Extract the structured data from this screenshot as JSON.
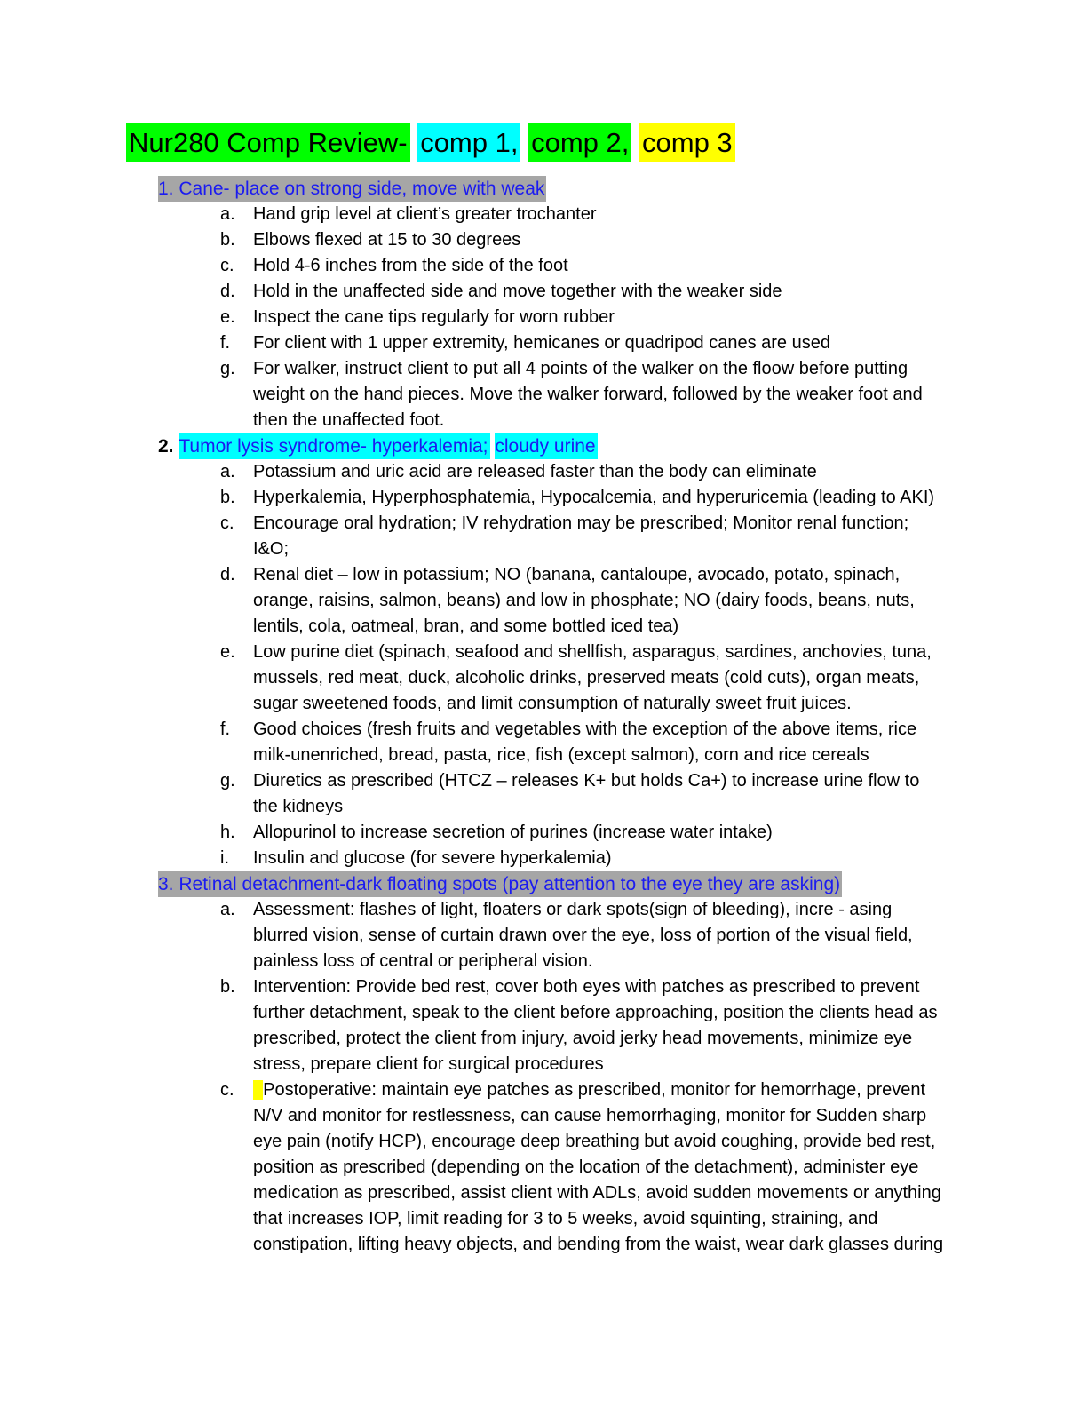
{
  "colors": {
    "green_highlight": "#00ff00",
    "cyan_highlight": "#00ffff",
    "yellow_highlight": "#ffff00",
    "gray_highlight": "#a6a6a6",
    "blue_text": "#1b1bf0",
    "black_text": "#000000"
  },
  "title": {
    "segments": [
      {
        "t": "Nur280 Comp Review-",
        "h": "#00ff00",
        "c": "#000000"
      },
      {
        "t": "comp 1,",
        "h": "#00ffff",
        "c": "#000000"
      },
      {
        "t": "comp 2,",
        "h": "#00ff00",
        "c": "#000000"
      },
      {
        "t": "comp 3",
        "h": "#ffff00",
        "c": "#000000"
      }
    ]
  },
  "sections": [
    {
      "heading": [
        {
          "t": "1. Cane- place on strong side, move with weak",
          "c": "#1b1bf0",
          "h": "#a6a6a6"
        }
      ],
      "items": [
        {
          "letter": "a.",
          "segments": [
            {
              "t": "Hand grip level at client’s greater trochanter"
            }
          ]
        },
        {
          "letter": "b.",
          "segments": [
            {
              "t": "Elbows flexed at 15 to 30 degrees"
            }
          ]
        },
        {
          "letter": "c.",
          "segments": [
            {
              "t": "Hold 4-6 inches from the side of the foot"
            }
          ]
        },
        {
          "letter": "d.",
          "segments": [
            {
              "t": "Hold in the unaffected side and move together with the weaker side"
            }
          ]
        },
        {
          "letter": "e.",
          "segments": [
            {
              "t": "Inspect the cane tips regularly for worn rubber"
            }
          ]
        },
        {
          "letter": "f.",
          "segments": [
            {
              "t": "For client with 1 upper extremity, hemicanes or quadripod canes are used"
            }
          ]
        },
        {
          "letter": "g.",
          "segments": [
            {
              "t": "For walker, instruct client to put all 4 points of the walker on the floow before putting weight on the hand pieces. Move the walker forward, followed by the weaker foot and then the unaffected foot."
            }
          ]
        }
      ]
    },
    {
      "heading": [
        {
          "t": "2. ",
          "c": "#000000",
          "b": true
        },
        {
          "t": "Tumor lysis syndrome- hyperkalemia;",
          "c": "#1b1bf0",
          "h": "#00ffff"
        },
        {
          "t": " ",
          "c": "#000000"
        },
        {
          "t": "cloudy urine",
          "c": "#1b1bf0",
          "h": "#00ffff"
        }
      ],
      "items": [
        {
          "letter": "a.",
          "segments": [
            {
              "t": "Potassium and uric acid are released faster than the body can eliminate"
            }
          ]
        },
        {
          "letter": "b.",
          "segments": [
            {
              "t": "Hyperkalemia, Hyperphosphatemia, Hypocalcemia, and hyperuricemia (leading to AKI)"
            }
          ]
        },
        {
          "letter": "c.",
          "segments": [
            {
              "t": "Encourage oral hydration; IV rehydration may be prescribed; Monitor renal function; I&O;"
            }
          ]
        },
        {
          "letter": "d.",
          "segments": [
            {
              "t": "Renal diet – low in potassium; NO (banana, cantaloupe, avocado, potato, spinach, orange, raisins, salmon, beans) and low in phosphate; NO (dairy foods, beans, nuts, lentils, cola, oatmeal, bran, and some bottled iced tea)"
            }
          ]
        },
        {
          "letter": "e.",
          "segments": [
            {
              "t": "Low purine diet (spinach, seafood and shellfish, asparagus, sardines, anchovies, tuna, mussels, red meat, duck, alcoholic drinks, preserved meats (cold cuts), organ meats, sugar sweetened foods, and limit consumption of naturally sweet fruit juices."
            }
          ]
        },
        {
          "letter": "f.",
          "segments": [
            {
              "t": "Good choices (fresh fruits and vegetables with the exception of the above items, rice milk-unenriched, bread, pasta, rice, fish (except salmon), corn and rice cereals"
            }
          ]
        },
        {
          "letter": "g.",
          "segments": [
            {
              "t": "Diuretics as prescribed (HTCZ – releases K+ but holds Ca+) to increase urine flow to the kidneys"
            }
          ]
        },
        {
          "letter": "h.",
          "segments": [
            {
              "t": "Allopurinol to increase secretion of purines (increase water intake)"
            }
          ]
        },
        {
          "letter": "i.",
          "segments": [
            {
              "t": "Insulin and glucose (for severe hyperkalemia)"
            }
          ]
        }
      ]
    },
    {
      "heading": [
        {
          "t": "3. Retinal detachment-dark floating spots (pay attention to the eye they are asking)",
          "c": "#1b1bf0",
          "h": "#a6a6a6"
        }
      ],
      "items": [
        {
          "letter": "a.",
          "segments": [
            {
              "t": "Assessment: flashes of light, floaters or dark spots(sign of bleeding), incre - asing blurred vision, sense of curtain drawn over the eye, loss of portion of the visual field, painless loss of central or peripheral vision."
            }
          ]
        },
        {
          "letter": "b.",
          "segments": [
            {
              "t": "Intervention: Provide bed rest, cover both eyes with patches as prescribed to prevent further detachment, speak to the client before approaching, position the clients head as prescribed, protect the client from injury, avoid jerky head movements, minimize eye stress, prepare client for surgical procedures"
            }
          ]
        },
        {
          "letter": "c.",
          "segments": [
            {
              "t": "  ",
              "h": "#ffff00"
            },
            {
              "t": "Postoperative: maintain eye patches as prescribed, monitor for hemorrhage, prevent N/V and monitor for restlessness, can cause hemorrhaging, monitor for Sudden sharp eye pain (notify HCP), encourage deep breathing but avoid coughing, provide bed rest, position as prescribed (depending on the location of the detachment), administer eye medication as prescribed, assist client with ADLs, avoid sudden movements or anything that increases IOP, limit reading for 3 to 5 weeks, avoid squinting, straining, and constipation, lifting heavy objects, and bending from the waist, wear dark glasses during"
            }
          ]
        }
      ]
    }
  ]
}
